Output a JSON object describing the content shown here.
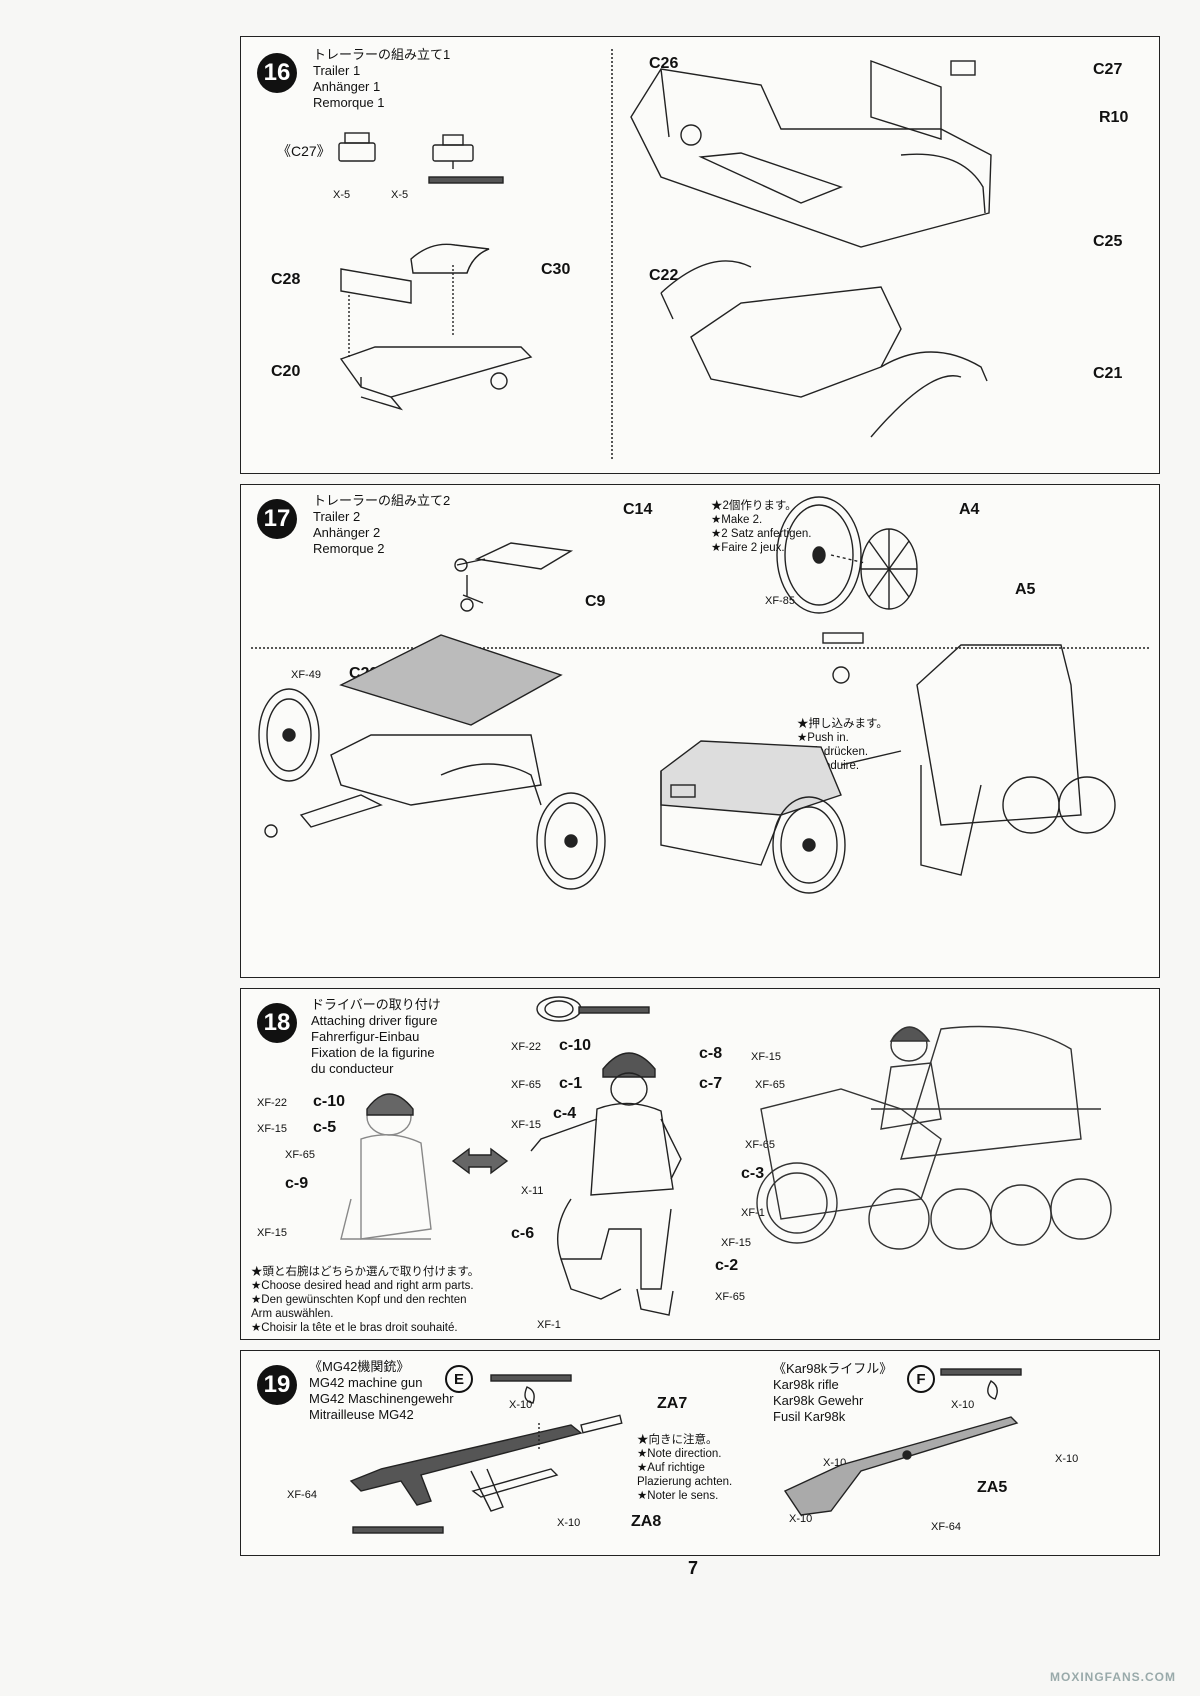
{
  "step16": {
    "number": "16",
    "title_jp": "トレーラーの組み立て1",
    "title_en": "Trailer 1",
    "title_de": "Anhänger 1",
    "title_fr": "Remorque 1",
    "sub_label": "《C27》",
    "paints": [
      "X-5",
      "X-5"
    ],
    "parts": [
      "C26",
      "C27",
      "R10",
      "C25",
      "C28",
      "C30",
      "C20",
      "C22",
      "C21"
    ]
  },
  "step17": {
    "number": "17",
    "title_jp": "トレーラーの組み立て2",
    "title_en": "Trailer 2",
    "title_de": "Anhänger 2",
    "title_fr": "Remorque 2",
    "parts": [
      "C14",
      "C9",
      "A4",
      "A5",
      "C29"
    ],
    "note_make2": [
      "★2個作ります。",
      "★Make 2.",
      "★2 Satz anfertigen.",
      "★Faire 2 jeux."
    ],
    "paint_wheel": "XF-85",
    "paint_cover": "XF-49",
    "note_push": [
      "★押し込みます。",
      "★Push in.",
      "★Eindrücken.",
      "★Introduire."
    ]
  },
  "step18": {
    "number": "18",
    "title_jp": "ドライバーの取り付け",
    "title_en": "Attaching driver figure",
    "title_de": "Fahrerfigur-Einbau",
    "title_fr1": "Fixation de la figurine",
    "title_fr2": "du conducteur",
    "left_callouts": [
      {
        "paint": "XF-22",
        "part": "c-10"
      },
      {
        "paint": "XF-15",
        "part": "c-5"
      },
      {
        "paint": "XF-65",
        "part": ""
      },
      {
        "paint": "",
        "part": "c-9"
      },
      {
        "paint": "XF-15",
        "part": ""
      }
    ],
    "center_callouts": {
      "c10": "c-10",
      "c1": "c-1",
      "c4": "c-4",
      "c8": "c-8",
      "c7": "c-7",
      "c3": "c-3",
      "c6": "c-6",
      "c2": "c-2",
      "p_xf22": "XF-22",
      "p_xf65a": "XF-65",
      "p_xf15a": "XF-15",
      "p_x11": "X-11",
      "p_xf15b": "XF-15",
      "p_xf65b": "XF-65",
      "p_xf65c": "XF-65",
      "p_xf1a": "XF-1",
      "p_xf15c": "XF-15",
      "p_xf65d": "XF-65",
      "p_xf1b": "XF-1"
    },
    "note_choose": [
      "★頭と右腕はどちらか選んで取り付けます。",
      "★Choose desired head and right arm parts.",
      "★Den gewünschten Kopf und den rechten",
      "Arm auswählen.",
      "★Choisir la tête et le bras droit souhaité."
    ]
  },
  "step19": {
    "number": "19",
    "mg_title_jp": "《MG42機関銃》",
    "mg_title_en": "MG42 machine gun",
    "mg_title_de": "MG42 Maschinengewehr",
    "mg_title_fr": "Mitrailleuse MG42",
    "mg_letter": "E",
    "mg_parts": [
      "ZA7",
      "ZA8"
    ],
    "mg_paints": {
      "x10a": "X-10",
      "xf64": "XF-64",
      "x10b": "X-10"
    },
    "note_direction": [
      "★向きに注意。",
      "★Note direction.",
      "★Auf richtige",
      "Plazierung achten.",
      "★Noter le sens."
    ],
    "kar_title_jp": "《Kar98kライフル》",
    "kar_title_en": "Kar98k rifle",
    "kar_title_de": "Kar98k Gewehr",
    "kar_title_fr": "Fusil Kar98k",
    "kar_letter": "F",
    "kar_part": "ZA5",
    "kar_paints": {
      "x10a": "X-10",
      "x10b": "X-10",
      "x10c": "X-10",
      "x10d": "X-10",
      "xf64": "XF-64"
    }
  },
  "page_number": "7",
  "watermark": "MOXINGFANS.COM"
}
